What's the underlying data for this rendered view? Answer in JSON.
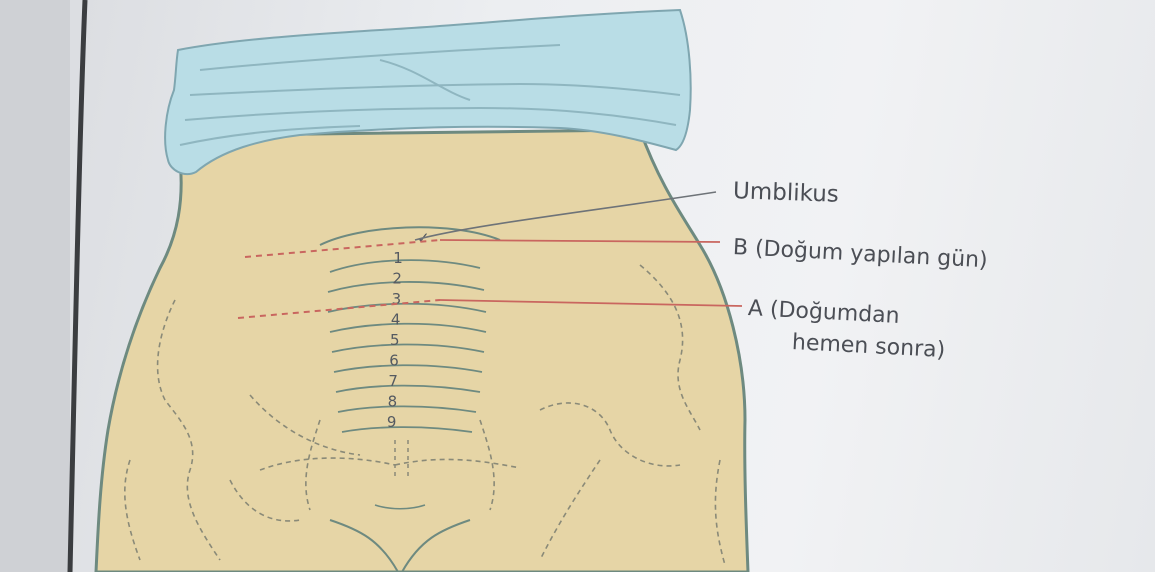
{
  "labels": {
    "umbilicus": "Umblikus",
    "line_b": "B (Doğum yapılan gün)",
    "line_a_line1": "A (Doğumdan",
    "line_a_line2": "hemen sonra)"
  },
  "scale_numbers": [
    "1",
    "2",
    "3",
    "4",
    "5",
    "6",
    "7",
    "8",
    "9"
  ],
  "colors": {
    "skin": "#e6d5a6",
    "cloth": "#b9dde6",
    "outline": "#6e8a80",
    "marker_line": "#c9665f",
    "text": "#4b4e55"
  }
}
